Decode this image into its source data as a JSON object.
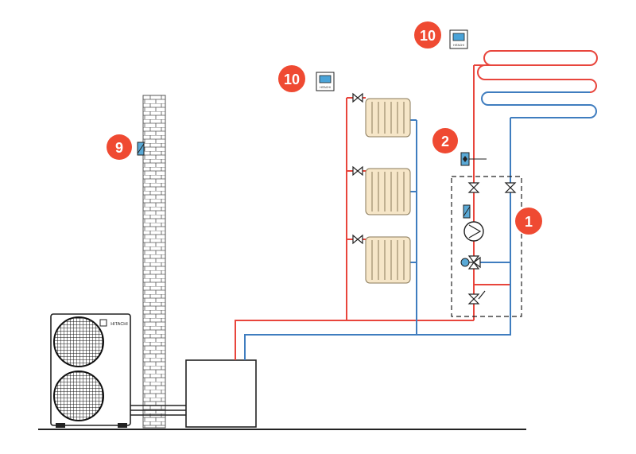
{
  "colors": {
    "hot": "#e8453c",
    "cold": "#3f7dbf",
    "badge": "#ef4a32",
    "outline": "#222222",
    "radiator_fill": "#f6e6c8",
    "radiator_stroke": "#8a7a5a",
    "brick_stroke": "#555555",
    "sensor_fill": "#5aa9d6",
    "screen_fill": "#4aa3d8"
  },
  "labels": {
    "component_group": "1",
    "flow_sensor": "2",
    "outdoor_sensor": "9",
    "thermostat_upper": "10",
    "thermostat_lower": "10"
  },
  "brand": {
    "outdoor_unit": "HITACHI",
    "thermostat_upper": "HITACHI",
    "thermostat_lower": "HITACHI"
  },
  "icons": {
    "valve": "gate-valve-icon",
    "pump": "circulator-pump-icon",
    "mixing_valve": "three-way-valve-icon",
    "sensor": "temperature-sensor-icon",
    "thermostat": "room-thermostat-icon",
    "fan": "fan-grille-icon"
  }
}
